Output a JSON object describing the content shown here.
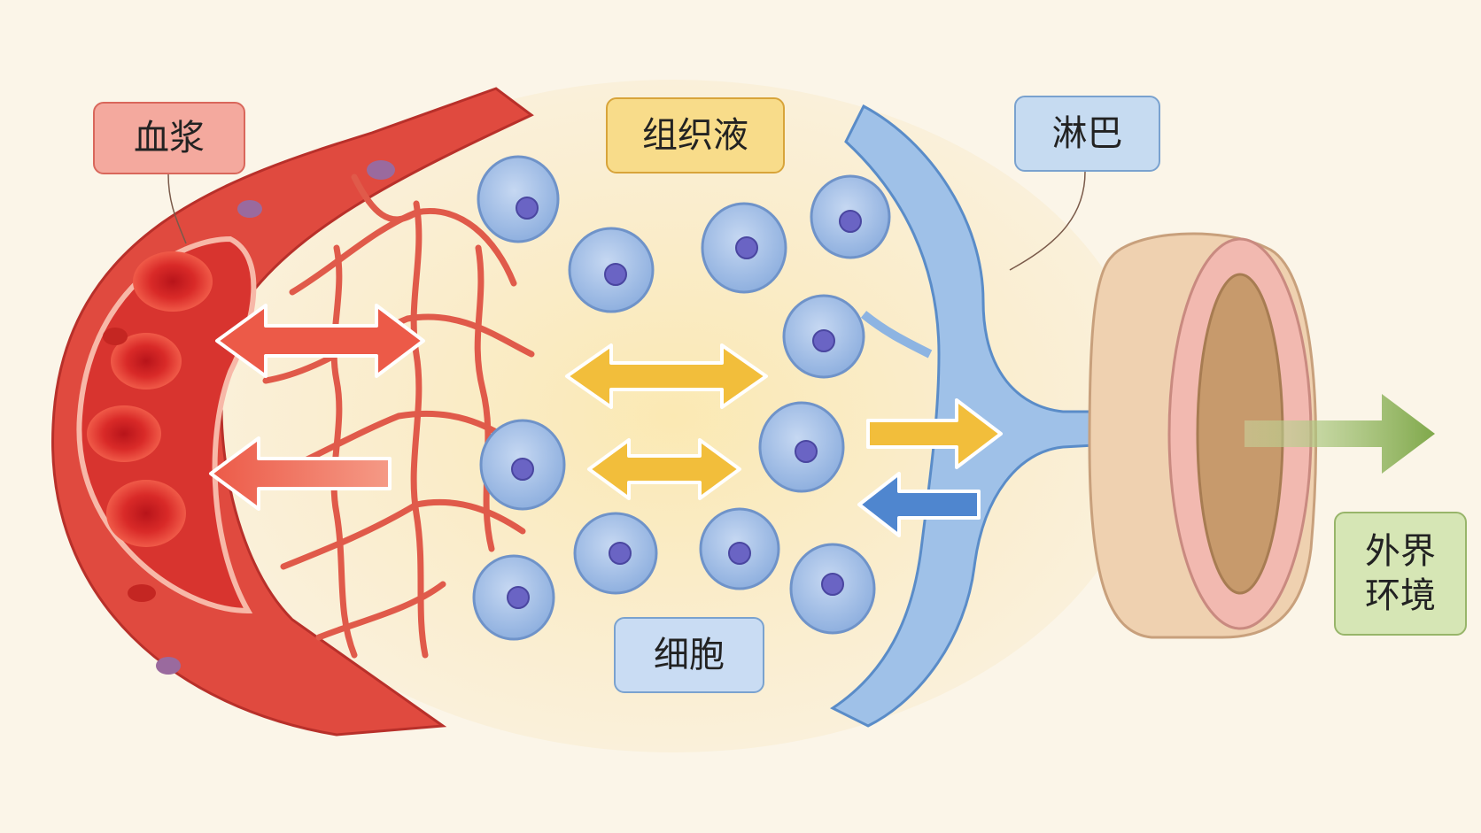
{
  "labels": {
    "plasma": "血浆",
    "tissue_fluid": "组织液",
    "lymph": "淋巴",
    "cell": "细胞",
    "external_env_line1": "外界",
    "external_env_line2": "环境"
  },
  "colors": {
    "background": "#fbf5e8",
    "plasma": "#e2483d",
    "tissue_fluid": "#f6e3a3",
    "lymph": "#8db4e2",
    "cell": "#a9c4ea",
    "arrow_red": "#ec5a48",
    "arrow_yellow": "#f2be3b",
    "arrow_blue": "#4f86cf",
    "arrow_green": "#8fb35a"
  }
}
